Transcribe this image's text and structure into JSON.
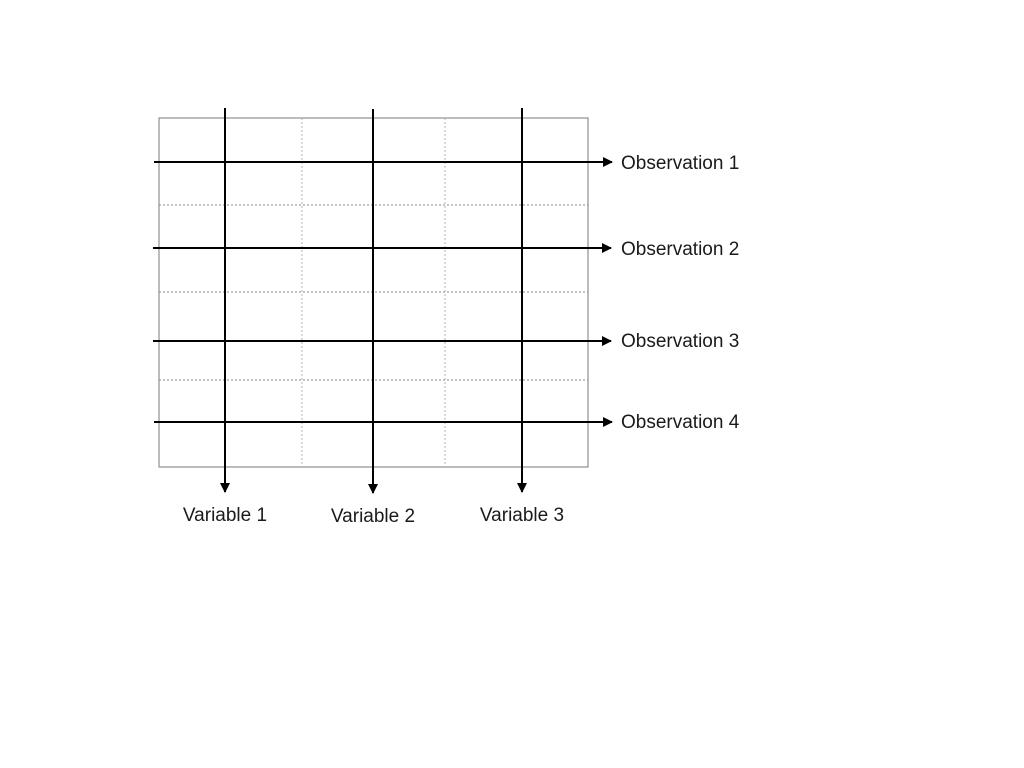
{
  "diagram": {
    "observations": [
      "Observation 1",
      "Observation 2",
      "Observation 3",
      "Observation 4"
    ],
    "variables": [
      "Variable 1",
      "Variable 2",
      "Variable 3"
    ]
  },
  "colors": {
    "arrow": "#000000",
    "grid_border": "#7a7a7a",
    "grid_dotted": "#9a9a9a",
    "text": "#1a1a1a"
  }
}
